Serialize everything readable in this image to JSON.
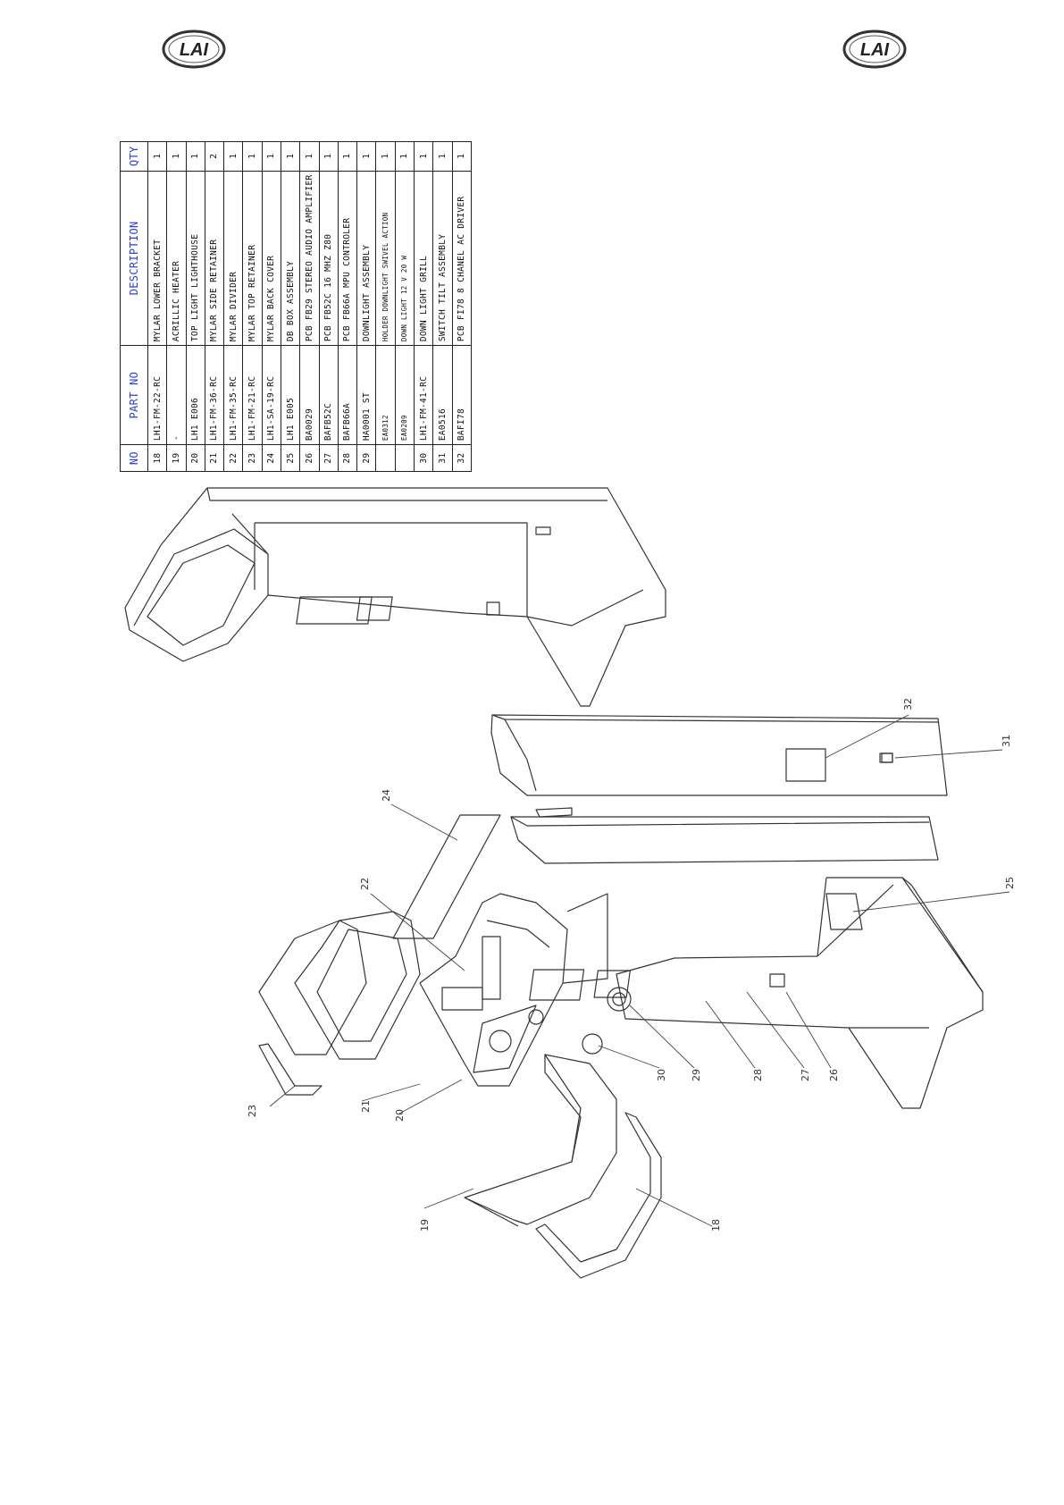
{
  "logo": {
    "text": "LAI"
  },
  "table": {
    "headers": {
      "no": "NO",
      "part_no": "PART NO",
      "description": "DESCRIPTION",
      "qty": "QTY"
    },
    "rows": [
      {
        "no": "18",
        "part_no": "LH1-FM-22-RC",
        "description": "MYLAR LOWER BRACKET",
        "qty": "1"
      },
      {
        "no": "19",
        "part_no": "-",
        "description": "ACRILLIC HEATER",
        "qty": "1"
      },
      {
        "no": "20",
        "part_no": "LH1 E006",
        "description": "TOP LIGHT LIGHTHOUSE",
        "qty": "1"
      },
      {
        "no": "21",
        "part_no": "LH1-FM-36-RC",
        "description": "MYLAR SIDE RETAINER",
        "qty": "2"
      },
      {
        "no": "22",
        "part_no": "LH1-FM-35-RC",
        "description": "MYLAR DIVIDER",
        "qty": "1"
      },
      {
        "no": "23",
        "part_no": "LH1-FM-21-RC",
        "description": "MYLAR TOP RETAINER",
        "qty": "1"
      },
      {
        "no": "24",
        "part_no": "LH1-SA-19-RC",
        "description": "MYLAR BACK COVER",
        "qty": "1"
      },
      {
        "no": "25",
        "part_no": "LH1 E005",
        "description": "DB BOX ASSEMBLY",
        "qty": "1"
      },
      {
        "no": "26",
        "part_no": "BA0029",
        "description": "PCB FB29 STEREO AUDIO AMPLIFIER",
        "qty": "1"
      },
      {
        "no": "27",
        "part_no": "BAFB52C",
        "description": "PCB FB52C 16 MHZ Z80",
        "qty": "1"
      },
      {
        "no": "28",
        "part_no": "BAFB66A",
        "description": "PCB FB66A MPU CONTROLER",
        "qty": "1"
      },
      {
        "no": "29",
        "part_no": "HA0001 ST",
        "description": "DOWNLIGHT ASSEMBLY",
        "qty": "1"
      },
      {
        "no": "",
        "part_no": "EA0312",
        "description": "HOLDER DOWNLIGHT SWIVEL ACTION",
        "qty": "1",
        "sub": true
      },
      {
        "no": "",
        "part_no": "EA0209",
        "description": "DOWN LIGHT 12 V 20 W",
        "qty": "1",
        "sub": true
      },
      {
        "no": "30",
        "part_no": "LH1-FM-41-RC",
        "description": "DOWN LIGHT GRILL",
        "qty": "1"
      },
      {
        "no": "31",
        "part_no": "EA0516",
        "description": "SWITCH TILT ASSEMBLY",
        "qty": "1"
      },
      {
        "no": "32",
        "part_no": "BAFI78",
        "description": "PCB FI78 8 CHANEL AC DRIVER",
        "qty": "1"
      }
    ]
  },
  "callouts": {
    "c18": "18",
    "c19": "19",
    "c20": "20",
    "c21": "21",
    "c22": "22",
    "c23": "23",
    "c24": "24",
    "c25": "25",
    "c26": "26",
    "c27": "27",
    "c28": "28",
    "c29": "29",
    "c30": "30",
    "c31": "31",
    "c32": "32"
  }
}
